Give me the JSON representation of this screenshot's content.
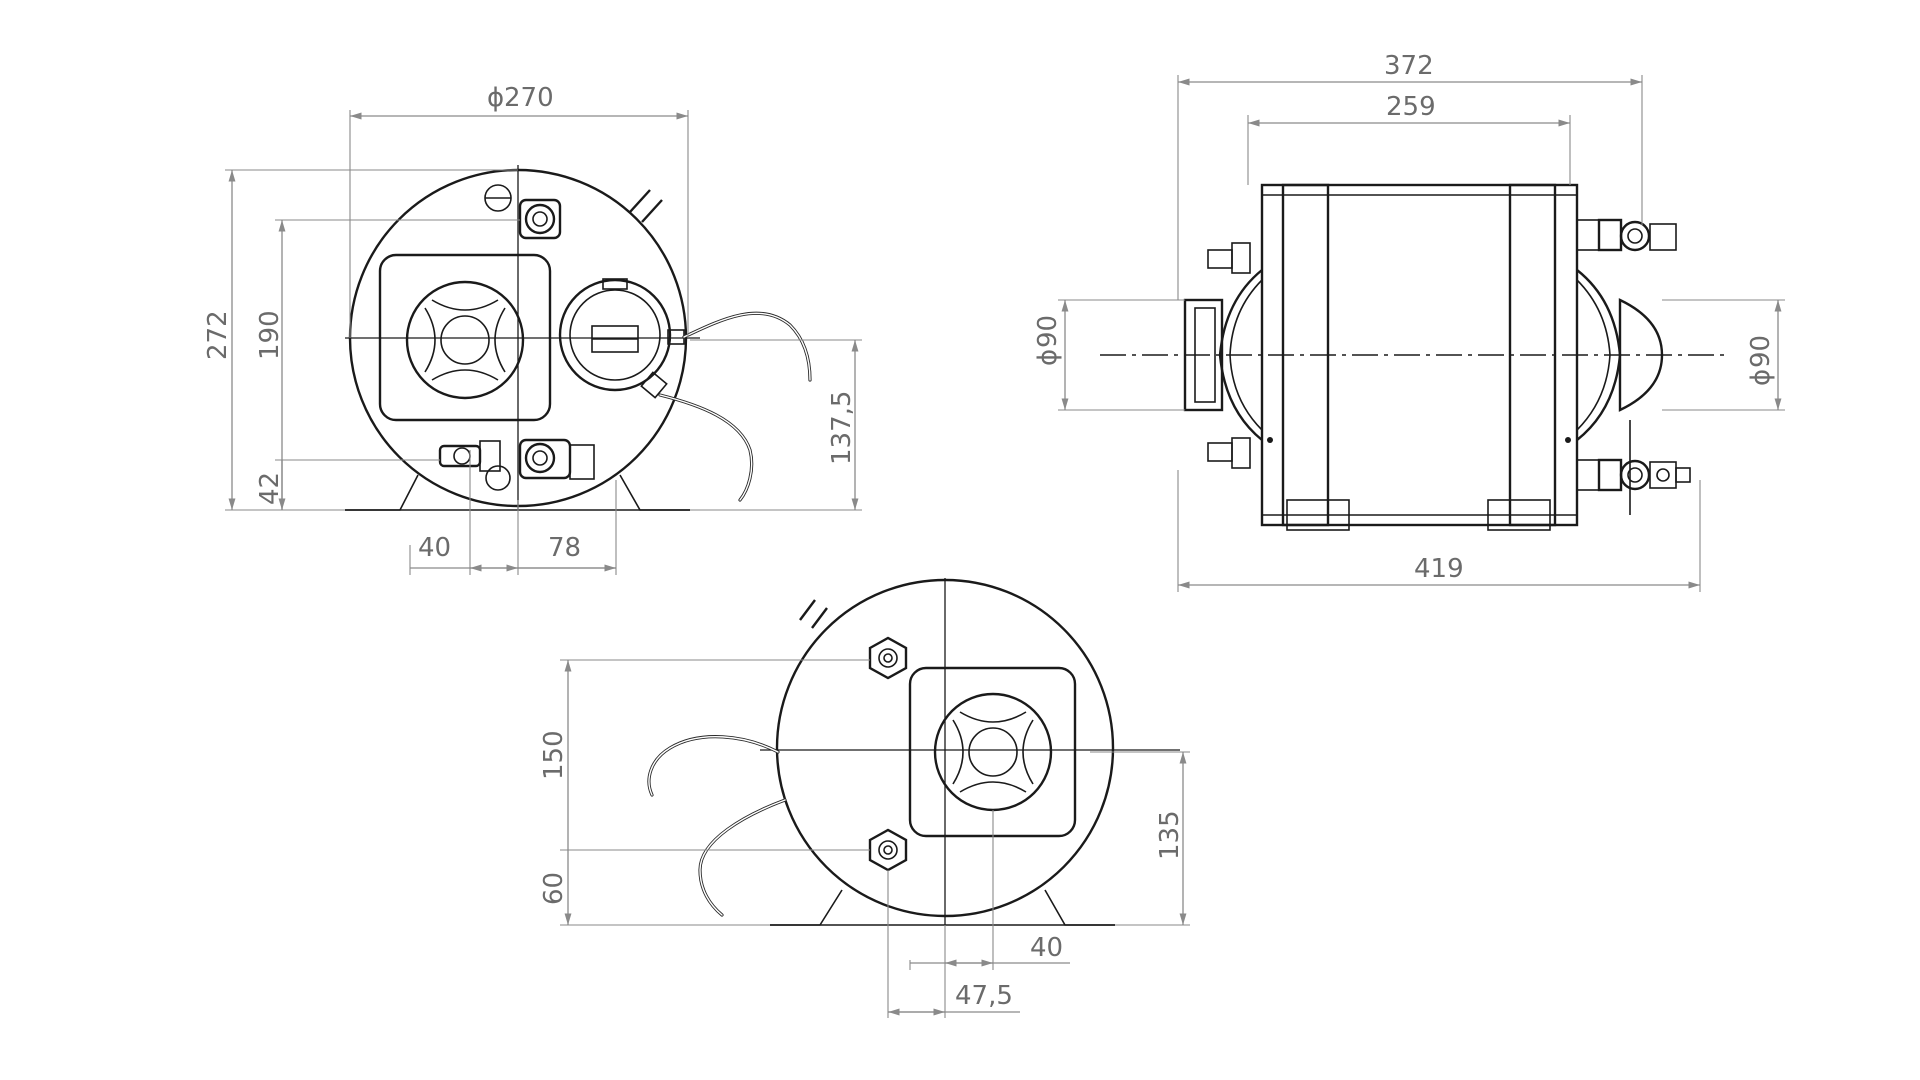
{
  "dimensions": {
    "left_view": {
      "diameter": "270",
      "height_total": "272",
      "height_upper_fitting": "190",
      "height_lower_fitting": "42",
      "height_cable": "137,5",
      "offset_left": "40",
      "offset_right": "78"
    },
    "right_view": {
      "width_overall_top": "372",
      "width_body": "259",
      "width_overall_bottom": "419",
      "diameter_left": "90",
      "diameter_right": "90"
    },
    "bottom_view": {
      "height_upper_fitting": "150",
      "height_lower_fitting": "60",
      "height_center": "135",
      "offset_40": "40",
      "offset_47_5": "47,5"
    }
  },
  "symbols": {
    "diameter_glyph": "ϕ"
  },
  "colors": {
    "dimension_gray": "#8a8a8a",
    "outline_black": "#1a1a1a",
    "background": "#ffffff"
  }
}
